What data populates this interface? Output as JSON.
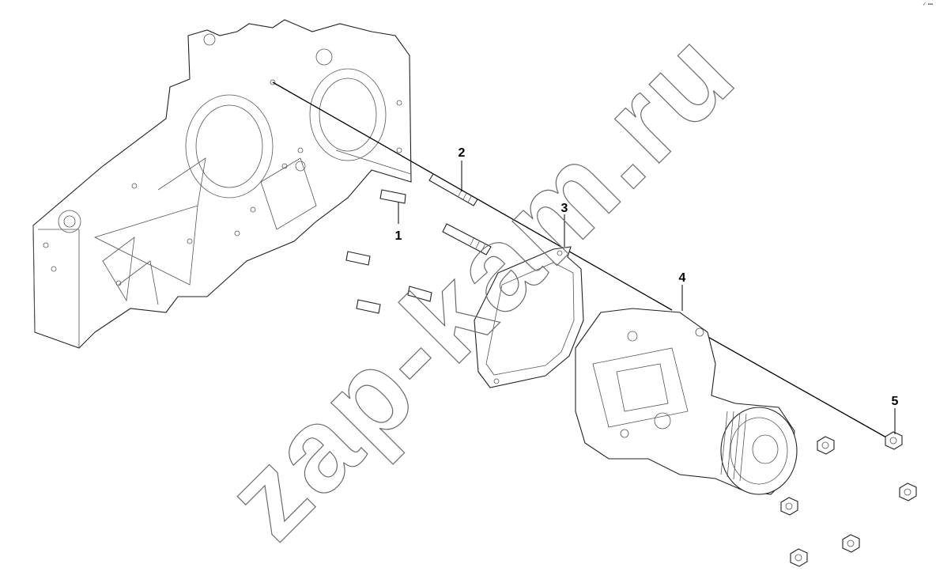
{
  "diagram": {
    "callouts": [
      {
        "id": "1",
        "label": "1"
      },
      {
        "id": "2",
        "label": "2"
      },
      {
        "id": "3",
        "label": "3"
      },
      {
        "id": "4",
        "label": "4"
      },
      {
        "id": "5",
        "label": "5"
      }
    ],
    "watermark": "zap-kam.ru",
    "corner_mark": "✓ ▪▪▪"
  }
}
